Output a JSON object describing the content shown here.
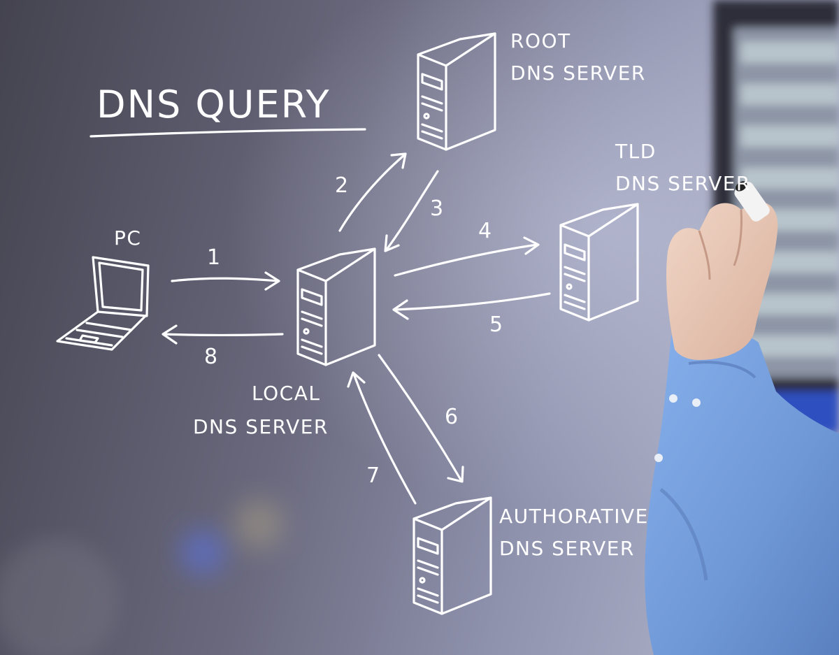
{
  "title": "DNS QUERY",
  "nodes": {
    "pc": {
      "label": [
        "PC"
      ]
    },
    "local": {
      "label": [
        "LOCAL",
        "DNS SERVER"
      ]
    },
    "root": {
      "label": [
        "ROOT",
        "DNS SERVER"
      ]
    },
    "tld": {
      "label": [
        "TLD",
        "DNS SERVER"
      ]
    },
    "auth": {
      "label": [
        "AUTHORATIVE",
        "DNS SERVER"
      ]
    }
  },
  "steps": [
    "1",
    "2",
    "3",
    "4",
    "5",
    "6",
    "7",
    "8"
  ],
  "colors": {
    "ink": "#ffffff",
    "board": "#6b6a80",
    "shirt": "#7aa3de"
  }
}
